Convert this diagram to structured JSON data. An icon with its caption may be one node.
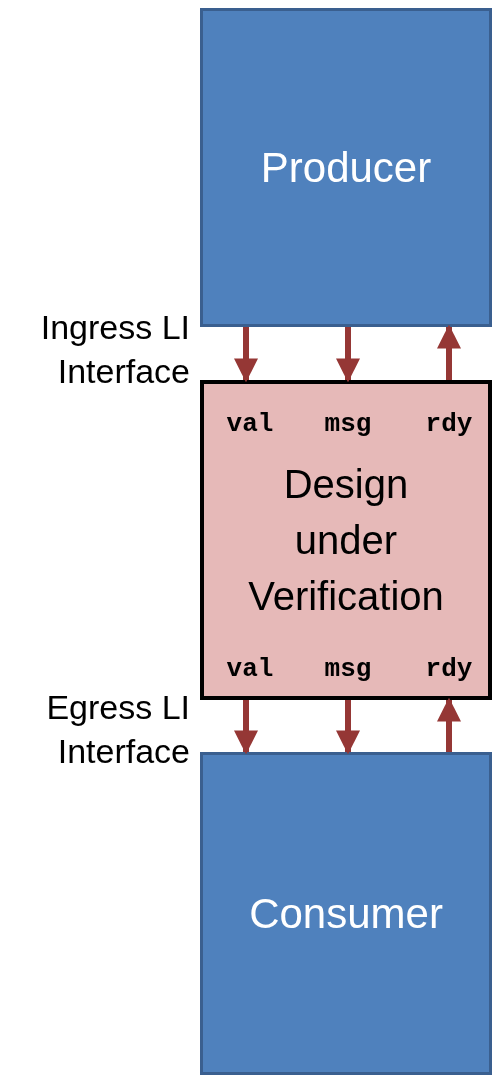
{
  "diagram": {
    "nodes": [
      {
        "text": [
          "Producer"
        ]
      },
      {
        "text": [
          "Design under Verification"
        ]
      },
      {
        "text": [
          "Consumer"
        ]
      }
    ],
    "edges": [
      {
        "from": 0,
        "to": 1,
        "arrow": "to"
      },
      {
        "from": 0,
        "to": 1,
        "arrow": "to"
      },
      {
        "from": 1,
        "to": 0,
        "arrow": "to"
      },
      {
        "from": 1,
        "to": 2,
        "arrow": "to"
      },
      {
        "from": 1,
        "to": 2,
        "arrow": "to"
      },
      {
        "from": 2,
        "to": 1,
        "arrow": "to"
      }
    ],
    "labels": [
      "Ingress LI Interface",
      "val",
      "msg",
      "rdy",
      "Egress LI Interface",
      "val",
      "msg",
      "rdy"
    ]
  }
}
